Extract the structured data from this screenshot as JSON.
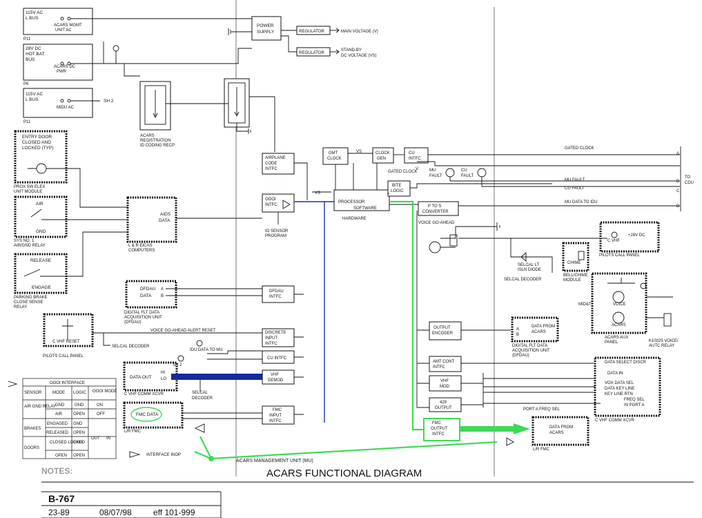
{
  "title": "ACARS FUNCTIONAL DIAGRAM",
  "footer": {
    "aircraft": "B-767",
    "chapter": "23-89",
    "date": "08/07/98",
    "effectivity": "eff 101-999",
    "notes_label": "NOTES:"
  },
  "power": {
    "bus1": "115V AC",
    "bus1b": "L BUS",
    "cb1": "ACARS MGMT",
    "cb1b": "UNIT AC",
    "p1": "P11",
    "bus2": "28V DC",
    "bus2b": "HOT BAT.",
    "bus2c": "BUS",
    "cb2": "ACARS DC",
    "cb2b": "PWR",
    "p2": "P6",
    "bus3": "115V AC",
    "bus3b": "L BUS",
    "cb3": "MIDU AC",
    "sh2": "SH 2",
    "p3": "P11",
    "supply1": "POWER",
    "supply2": "SUPPLY",
    "reg": "REGULATOR",
    "main_v": "MAIN VOLTAGE (V)",
    "stby1": "STAND-BY",
    "stby2": "DC VOLTAGE (VS)"
  },
  "registration": {
    "l1": "ACARS",
    "l2": "REGISTRATION",
    "l3": "ID CODING RECP"
  },
  "left_units": {
    "door1": "ENTRY DOOR",
    "door2": "CLOSED AND",
    "door3": "LOCKED (TYP)",
    "prox1": "PROX SW ELEX",
    "prox2": "UNIT MODULE",
    "air": "AIR",
    "gnd": "GND",
    "airgnd1": "SYS NO. 1",
    "airgnd2": "AIR/GND RELAY",
    "release": "RELEASE",
    "engage": "ENGAGE",
    "pb1": "PARKING BRAKE",
    "pb2": "CLOSE SENSE",
    "pb3": "RELAY",
    "aids1": "AIDS",
    "aids2": "DATA",
    "lr1": "L & R EICAS",
    "lr2": "COMPUTERS",
    "dfdau1": "DFDAU",
    "dfdau2": "DATA",
    "a": "A",
    "b": "B",
    "dfdau3": "DIGITAL FLT DATA",
    "dfdau4": "ACQUISITION UNIT",
    "dfdau5": "(DFDAU)",
    "vhfreset1": "C VHF RESET",
    "vhfreset2": "PILOTS CALL PANEL",
    "voice_alert": "VOICE GO-AHEAD ALERT RESET",
    "selcal": "SELCAL DECODER",
    "dataout": "DATA OUT",
    "hi": "HI",
    "lo": "LO",
    "vhfcomm": "C VHF COMM XCVR",
    "selcal2a": "SELCAL",
    "selcal2b": "DECODER",
    "fmcdata": "FMC DATA",
    "lrfmc": "L/R FMC",
    "inop": "INTERFACE INOP"
  },
  "mu": {
    "airplane1": "AIRPLANE",
    "airplane2": "CODE",
    "airplane3": "INTFC",
    "oooi1": "OOOI",
    "oooi2": "INTFC",
    "io1": "IO SENSOR",
    "io2": "PROGRAM",
    "dfdau_intfc1": "DFDAU",
    "dfdau_intfc2": "INTFC",
    "disc1": "DISCRETE",
    "disc2": "INPUT",
    "disc3": "INTFC",
    "idu": "IDU DATA TO MU",
    "sh2": "SH 2",
    "cu_intfc": "CU INTFC",
    "vhf1": "VHF",
    "vhf2": "DEMOD",
    "fmcin1": "FMC",
    "fmcin2": "INPUT",
    "fmcin3": "INTFC",
    "gmt1": "GMT",
    "gmt2": "CLOCK",
    "vs": "VS",
    "clkgen1": "CLOCK",
    "clkgen2": "GEN",
    "cuintfc1": "CU",
    "cuintfc2": "INTFC",
    "v": "V",
    "gated": "GATED CLOCK",
    "proc1": "PROCESSOR",
    "proc2": "SOFTWARE",
    "proc3": "HARDWARE",
    "bite1": "BITE",
    "bite2": "LOGIC",
    "ptos1": "P TO S",
    "ptos2": "CONVERTER",
    "mufault1": "MU",
    "mufault2": "FAULT",
    "cufault1": "CU",
    "cufault2": "FAULT",
    "voicega": "VOICE GO-AHEAD",
    "outenc1": "OUTPUT",
    "outenc2": "ENCODER",
    "amt1": "AMT CONT",
    "amt2": "INTFC",
    "vhfmod1": "VHF",
    "vhfmod2": "MOD",
    "o429a": "429",
    "o429b": "OUTPUT",
    "fmcout1": "FMC",
    "fmcout2": "OUTPUT",
    "fmcout3": "INTFC",
    "mu_label": "ACARS MANAGEMENT UNIT (MU)",
    "vs_in": "VS"
  },
  "right_side": {
    "gated_clock": "GATED CLOCK",
    "mu_fault": "MU FAULT",
    "cu_fault": "CU FAULT",
    "mu_idu": "MU DATA TO IDU",
    "a": "A",
    "b": "B",
    "c": "C",
    "d": "D",
    "to": "TO",
    "cdu": "CDU",
    "cvhf": "C VHF",
    "p28": "+28V DC",
    "pcp": "PILOTS CALL PANEL",
    "selcal_lt1": "SELCAL LT",
    "selcal_lt2": "ISLN DIODE",
    "chime1": "CHIME",
    "bell1": "BELL/CHIME",
    "bell2": "MODULE",
    "selcal_dec": "SELCAL DECODER",
    "midst": "MID&T",
    "voice": "VOICE",
    "acars": "ACARS",
    "aux1": "ACARS AUX",
    "aux2": "PANEL",
    "k1": "K10325 VOICE/",
    "k2": "AUTC RELAY",
    "dfa1": "DATA FROM",
    "dfa2": "ACARS",
    "dig1": "DIGITAL FLT DATA",
    "dig2": "ACQUISITION UNIT",
    "dig3": "(DFDAU)",
    "dsd": "DATA SELECT DISCR",
    "datain": "DATA IN",
    "voxsel": "VOX DATA SEL",
    "dkl": "DATA KEY LINE",
    "klr": "KEY LINE RTN",
    "freqsel1": "FREQ SEL",
    "freqsel2": "IN PORT A",
    "portafreq": "PORT A FREQ SEL",
    "cvhfcomm": "C VHF COMM XCVR",
    "dfa3": "DATA FROM",
    "dfa4": "ACARS",
    "lrfmc": "L/R FMC"
  },
  "table": {
    "title": "OOOI INTERFACE",
    "headers": [
      "SENSOR",
      "MODE",
      "LOGIC",
      "OOOI MODE"
    ],
    "airgnd": "AIR GND RELAY",
    "brakes": "BRAKES",
    "doors": "DOORS",
    "rows": [
      [
        "GND",
        "GND",
        "ON"
      ],
      [
        "AIR",
        "OPEN",
        "OFF"
      ],
      [
        "ENGAGED",
        "GND",
        ""
      ],
      [
        "RELEASED",
        "OPEN",
        ""
      ],
      [
        "CLOSED LOCKED",
        "GND",
        ""
      ],
      [
        "OPEN",
        "OPEN",
        ""
      ]
    ],
    "out": "OUT",
    "in": "IN"
  }
}
